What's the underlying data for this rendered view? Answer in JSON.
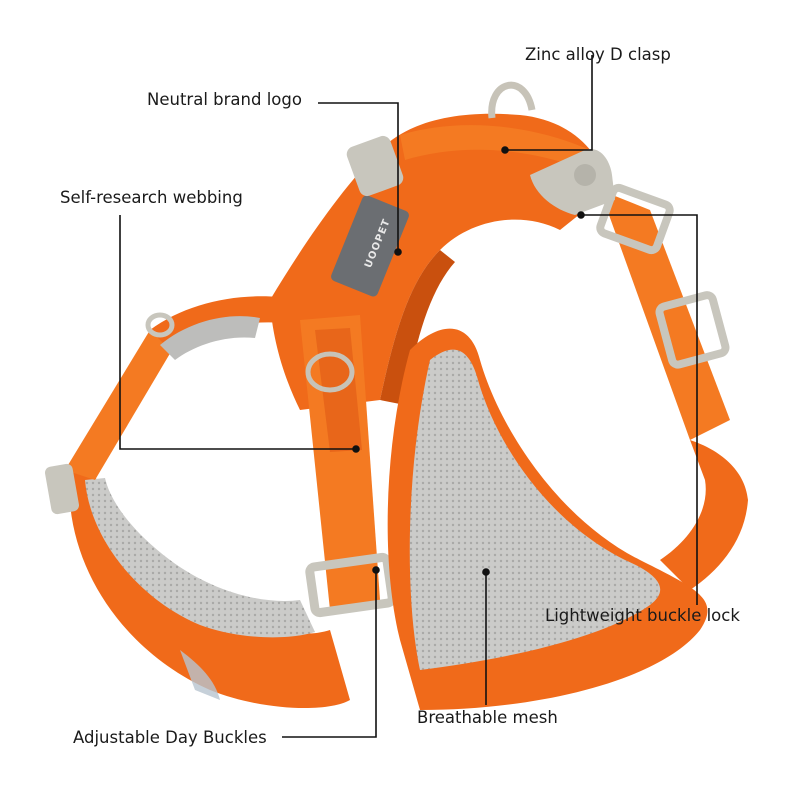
{
  "labels": {
    "d_clasp": "Zinc alloy D clasp",
    "brand_logo": "Neutral brand logo",
    "webbing": "Self-research webbing",
    "buckle_lock": "Lightweight buckle lock",
    "mesh": "Breathable mesh",
    "day_buckles": "Adjustable Day Buckles"
  },
  "logo_text": "UOOPET",
  "colors": {
    "harness_orange": "#f06a1a",
    "harness_shadow": "#c9500e",
    "webbing_orange": "#f47a22",
    "mesh_gray": "#c9c9c7",
    "buckle_gray": "#c8c6bd",
    "logo_tag": "#6b6e72",
    "callout_line": "#111111"
  }
}
